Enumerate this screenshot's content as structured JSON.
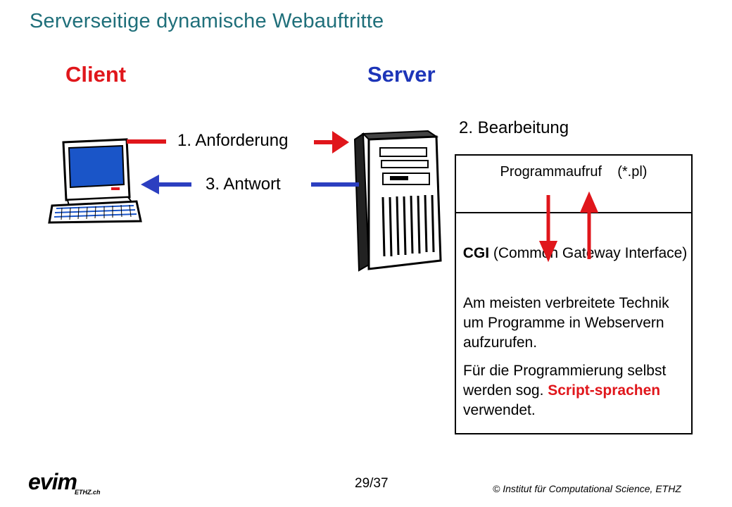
{
  "title": "Serverseitige dynamische Webauftritte",
  "client_label": "Client",
  "server_label": "Server",
  "step1": "1. Anforderung",
  "step2": "2. Bearbeitung",
  "step3": "3. Antwort",
  "process_box": {
    "programmaufruf": "Programmaufruf    (*.pl)",
    "cgi_bold": "CGI",
    "cgi_rest": " (Common Gateway Interface)",
    "description": "Am meisten verbreitete Technik um Programme in Webservern aufzurufen.",
    "prog_part1": "Für die Programmierung selbst werden sog. ",
    "prog_highlight": "Script-sprachen",
    "prog_part2": " verwendet."
  },
  "footer": {
    "page_number": "29/37",
    "copyright": "© Institut für Computational Science, ETHZ",
    "logo_text": "evim",
    "logo_sub": "ETHZ.ch"
  },
  "colors": {
    "title": "#1f6f7a",
    "client": "#e0161b",
    "server": "#1d35b8",
    "red_arrow": "#e0161b",
    "blue_arrow": "#2c3fc0"
  },
  "icons": [
    "desktop-computer-icon",
    "tower-server-icon"
  ]
}
